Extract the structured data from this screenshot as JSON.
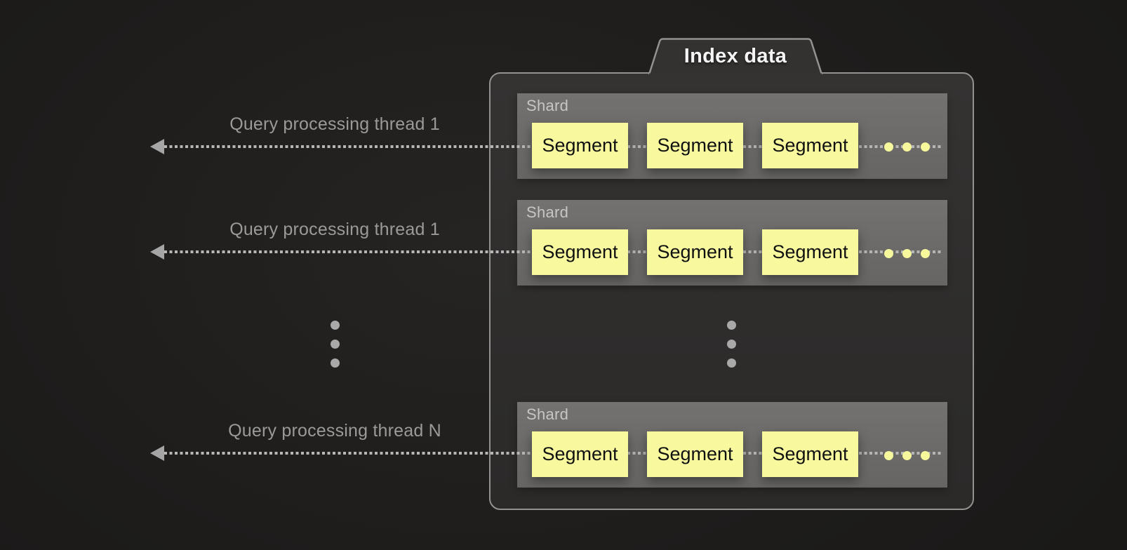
{
  "diagram": {
    "tab": {
      "title": "Index data"
    },
    "arrows": [
      {
        "label": "Query processing thread 1"
      },
      {
        "label": "Query processing thread 1"
      },
      {
        "label": "Query processing thread N"
      }
    ],
    "shards": [
      {
        "label": "Shard",
        "segments": [
          "Segment",
          "Segment",
          "Segment"
        ]
      },
      {
        "label": "Shard",
        "segments": [
          "Segment",
          "Segment",
          "Segment"
        ]
      },
      {
        "label": "Shard",
        "segments": [
          "Segment",
          "Segment",
          "Segment"
        ]
      }
    ],
    "icons": {
      "arrow_head": "left-arrowhead-icon",
      "segment_ellipsis": "horizontal-ellipsis-dots",
      "thread_ellipsis": "vertical-ellipsis-dots",
      "shard_ellipsis": "vertical-ellipsis-dots"
    },
    "colors": {
      "background": "#1d1c1b",
      "panel_fill": "#302f2e",
      "panel_border": "#949290",
      "shard_fill": "#6e6d6c",
      "segment_fill": "#f8f99e",
      "segment_text": "#111111",
      "shard_label_text": "#c6c6c6",
      "tab_title_text": "#f5f5f5",
      "arrow_label_text": "#9a9a9a",
      "arrow_line": "#b6b6b6",
      "gray_dot": "#a9a9a9",
      "yellow_dot": "#f6f89b"
    }
  }
}
